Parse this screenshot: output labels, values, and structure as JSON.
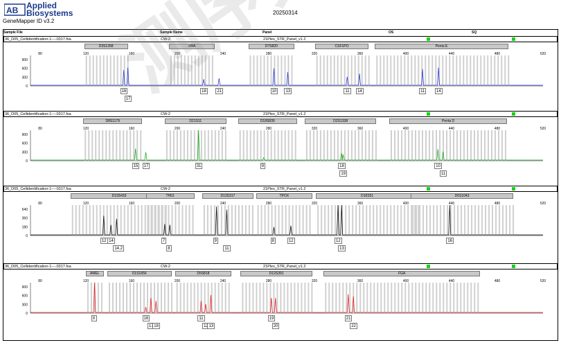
{
  "header": {
    "brand_line1": "Applied",
    "brand_line2": "Biosystems",
    "logo_mark": "AB",
    "software": "GeneMapper ID v3.2",
    "date": "20250314"
  },
  "columns": {
    "sample_file": "Sample File",
    "sample_name": "Sample Name",
    "panel": "Panel",
    "os": "OS",
    "sq": "SQ"
  },
  "watermark": "测序先生物",
  "colors": {
    "blue": "#2d3bd1",
    "green": "#1fa81f",
    "black": "#111111",
    "red": "#e02020",
    "status_green": "#19d219"
  },
  "panels": [
    {
      "sample_file": "36_D05_Cellidentification-1----0317.fsa",
      "sample_name": "CW-2",
      "panel": "21Plex_STR_Panel_v1.2",
      "color": "#2d3bd1",
      "yticks": [
        "900",
        "600",
        "300",
        "0"
      ],
      "markers": [
        {
          "name": "D3S1358",
          "x": 0.105,
          "w": 0.085
        },
        {
          "name": "vWA",
          "x": 0.27,
          "w": 0.09
        },
        {
          "name": "D7S820",
          "x": 0.425,
          "w": 0.09
        },
        {
          "name": "CSF1PO",
          "x": 0.555,
          "w": 0.105
        },
        {
          "name": "Penta E",
          "x": 0.672,
          "w": 0.26
        }
      ],
      "peaks": [
        {
          "x": 0.182,
          "h": 0.52,
          "labels": [
            "16"
          ]
        },
        {
          "x": 0.19,
          "h": 0.6,
          "labels": [
            "17"
          ]
        },
        {
          "x": 0.338,
          "h": 0.22,
          "labels": [
            "18"
          ]
        },
        {
          "x": 0.368,
          "h": 0.25,
          "labels": [
            "21"
          ]
        },
        {
          "x": 0.475,
          "h": 0.58,
          "labels": [
            "10"
          ]
        },
        {
          "x": 0.502,
          "h": 0.45,
          "labels": [
            "13"
          ]
        },
        {
          "x": 0.618,
          "h": 0.3,
          "labels": [
            "11"
          ]
        },
        {
          "x": 0.642,
          "h": 0.4,
          "labels": [
            "14"
          ]
        },
        {
          "x": 0.765,
          "h": 0.55,
          "labels": [
            "11"
          ]
        },
        {
          "x": 0.796,
          "h": 0.6,
          "labels": [
            "14"
          ]
        }
      ],
      "label_pairs": [
        [
          "16",
          "17"
        ],
        [
          "18",
          "21"
        ],
        [
          "10",
          "13"
        ],
        [
          "11",
          "14"
        ],
        [
          "11",
          "14"
        ]
      ]
    },
    {
      "sample_file": "36_D05_Cellidentification-1----0317.fsa",
      "sample_name": "CW-2",
      "panel": "21Plex_STR_Panel_v1.2",
      "color": "#1fa81f",
      "yticks": [
        "900",
        "600",
        "300",
        "0"
      ],
      "markers": [
        {
          "name": "D8S1179",
          "x": 0.103,
          "w": 0.115
        },
        {
          "name": "D21S11",
          "x": 0.262,
          "w": 0.12
        },
        {
          "name": "D18S839",
          "x": 0.405,
          "w": 0.115
        },
        {
          "name": "D2S1338",
          "x": 0.535,
          "w": 0.14
        },
        {
          "name": "Penta D",
          "x": 0.7,
          "w": 0.23
        }
      ],
      "peaks": [
        {
          "x": 0.205,
          "h": 0.4,
          "labels": [
            "15"
          ]
        },
        {
          "x": 0.225,
          "h": 0.28,
          "labels": [
            "17"
          ]
        },
        {
          "x": 0.328,
          "h": 1.0,
          "labels": [
            "31"
          ]
        },
        {
          "x": 0.455,
          "h": 0.1,
          "labels": [
            "9"
          ]
        },
        {
          "x": 0.607,
          "h": 0.25,
          "labels": [
            "18"
          ]
        },
        {
          "x": 0.61,
          "h": 0.2,
          "labels": [
            "19"
          ]
        },
        {
          "x": 0.795,
          "h": 0.38,
          "labels": [
            "10"
          ]
        },
        {
          "x": 0.805,
          "h": 0.3,
          "labels": [
            "11"
          ]
        }
      ],
      "label_pairs": []
    },
    {
      "sample_file": "36_D05_Cellidentification-1----0317.fsa",
      "sample_name": "CW-2",
      "panel": "21Plex_STR_Panel_v1.2",
      "color": "#111111",
      "yticks": [
        "540",
        "360",
        "180",
        "0"
      ],
      "markers": [
        {
          "name": "D19S433",
          "x": 0.078,
          "w": 0.19
        },
        {
          "name": "TH01",
          "x": 0.225,
          "w": 0.095
        },
        {
          "name": "D13S317",
          "x": 0.335,
          "w": 0.1
        },
        {
          "name": "TPOX",
          "x": 0.44,
          "w": 0.11
        },
        {
          "name": "D16S51",
          "x": 0.557,
          "w": 0.2
        },
        {
          "name": "D6S1043",
          "x": 0.742,
          "w": 0.2
        }
      ],
      "peaks": [
        {
          "x": 0.143,
          "h": 0.65,
          "labels": [
            "12"
          ]
        },
        {
          "x": 0.157,
          "h": 0.35,
          "labels": [
            "14"
          ]
        },
        {
          "x": 0.168,
          "h": 0.55,
          "labels": [
            "14.2"
          ]
        },
        {
          "x": 0.262,
          "h": 0.38,
          "labels": [
            "7"
          ]
        },
        {
          "x": 0.272,
          "h": 0.35,
          "labels": [
            "8"
          ]
        },
        {
          "x": 0.363,
          "h": 0.95,
          "labels": [
            "9"
          ]
        },
        {
          "x": 0.383,
          "h": 0.85,
          "labels": [
            "11"
          ]
        },
        {
          "x": 0.475,
          "h": 0.28,
          "labels": [
            "8"
          ]
        },
        {
          "x": 0.508,
          "h": 0.32,
          "labels": [
            "12"
          ]
        },
        {
          "x": 0.6,
          "h": 1.0,
          "labels": [
            "12"
          ]
        },
        {
          "x": 0.607,
          "h": 1.0,
          "labels": [
            "13"
          ]
        },
        {
          "x": 0.818,
          "h": 1.0,
          "labels": [
            "16"
          ]
        }
      ],
      "label_pairs": []
    },
    {
      "sample_file": "36_D05_Cellidentification-1----0317.fsa",
      "sample_name": "CW-2",
      "panel": "21Plex_STR_Panel_v1.2",
      "color": "#e02020",
      "yticks": [
        "900",
        "600",
        "300",
        "0"
      ],
      "markers": [
        {
          "name": "AMEL",
          "x": 0.108,
          "w": 0.035
        },
        {
          "name": "D1S1656",
          "x": 0.15,
          "w": 0.125
        },
        {
          "name": "D5S818",
          "x": 0.282,
          "w": 0.11
        },
        {
          "name": "D12S391",
          "x": 0.41,
          "w": 0.14
        },
        {
          "name": "FGA",
          "x": 0.572,
          "w": 0.305
        }
      ],
      "peaks": [
        {
          "x": 0.125,
          "h": 1.0,
          "labels": [
            "X"
          ]
        },
        {
          "x": 0.225,
          "h": 0.2,
          "labels": [
            "16"
          ]
        },
        {
          "x": 0.235,
          "h": 0.5,
          "labels": [
            "17"
          ]
        },
        {
          "x": 0.245,
          "h": 0.4,
          "labels": [
            "18"
          ]
        },
        {
          "x": 0.333,
          "h": 0.4,
          "labels": [
            "11"
          ]
        },
        {
          "x": 0.342,
          "h": 0.3,
          "labels": [
            "12"
          ]
        },
        {
          "x": 0.352,
          "h": 0.6,
          "labels": [
            "13"
          ]
        },
        {
          "x": 0.47,
          "h": 0.5,
          "labels": [
            "19"
          ]
        },
        {
          "x": 0.478,
          "h": 0.5,
          "labels": [
            "20"
          ]
        },
        {
          "x": 0.62,
          "h": 0.62,
          "labels": [
            "21"
          ]
        },
        {
          "x": 0.63,
          "h": 0.55,
          "labels": [
            "22"
          ]
        }
      ],
      "label_pairs": []
    }
  ],
  "xticks": [
    "80",
    "120",
    "160",
    "200",
    "240",
    "280",
    "320",
    "360",
    "400",
    "440",
    "480",
    "520"
  ]
}
